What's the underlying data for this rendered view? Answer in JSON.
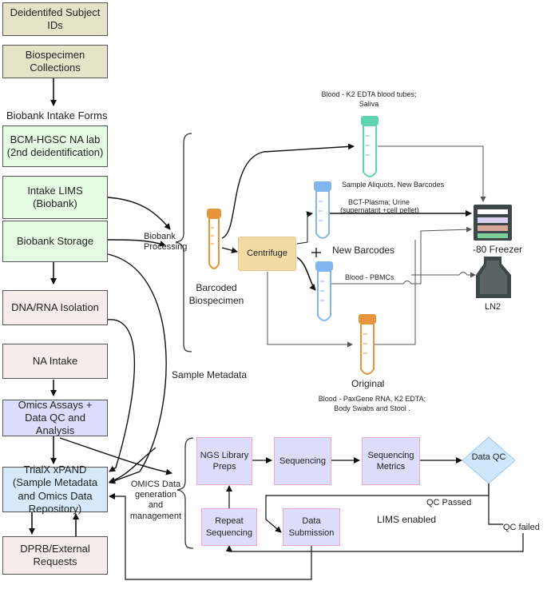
{
  "left_column": {
    "deidentified_ids": "Deidentifed Subject IDs",
    "biospecimen_collections": "Biospecimen Collections",
    "biobank_intake_forms": "Biobank Intake Forms",
    "bcm_hgsc": "BCM-HGSC NA lab (2nd deidentification)",
    "intake_lims": "Intake LIMS (Biobank)",
    "biobank_storage": "Biobank Storage",
    "dna_rna_isolation": "DNA/RNA Isolation",
    "na_intake": "NA Intake",
    "omics_assays": "Omics Assays + Data QC and Analysis",
    "trialx": "TrialX xPAND (Sample Metadata and Omics Data Repository)",
    "dprb": "DPRB/External Requests"
  },
  "biobank": {
    "biobank_processing": "Biobank Processing",
    "barcoded_biospecimen": "Barcoded Biospecimen",
    "centrifuge": "Centrifuge",
    "blood_k2_saliva": "Blood - K2 EDTA blood tubes; Saliva",
    "sample_aliquots": "Sample Aliquots, New Barcodes",
    "bct_plasma_urine": "BCT-Plasma; Urine",
    "supernatant": "(supernatant +cell pellet)",
    "new_barcodes": "New Barcodes",
    "blood_pbmcs": "Blood - PBMCs",
    "freezer": "-80 Freezer",
    "ln2": "LN2",
    "original": "Original",
    "blood_paxgene": "Blood - PaxGene RNA, K2 EDTA;",
    "body_swabs": "Body Swabs and Stool ."
  },
  "sample_metadata": "Sample Metadata",
  "omics": {
    "omics_label": "OMICS Data generation and management",
    "ngs_library": "NGS Library Preps",
    "sequencing": "Sequencing",
    "sequencing_metrics": "Sequencing Metrics",
    "data_qc": "Data QC",
    "qc_passed": "QC Passed",
    "qc_failed": "QC failed",
    "repeat_sequencing": "Repeat Sequencing",
    "data_submission": "Data Submission",
    "lims_enabled": "LIMS enabled"
  },
  "colors": {
    "beige": "#e6e3c9",
    "green": "#e6fbe3",
    "pink": "#f7ecec",
    "lavender": "#dcdcfb",
    "blue": "#d6e8f9",
    "centrifuge": "#f2dca6",
    "tube_teal": "#5fd4b0",
    "tube_blue": "#7fb6ef",
    "tube_orange": "#e8943a",
    "diamond": "#cfe6fb",
    "freezer": "#3e4747"
  }
}
